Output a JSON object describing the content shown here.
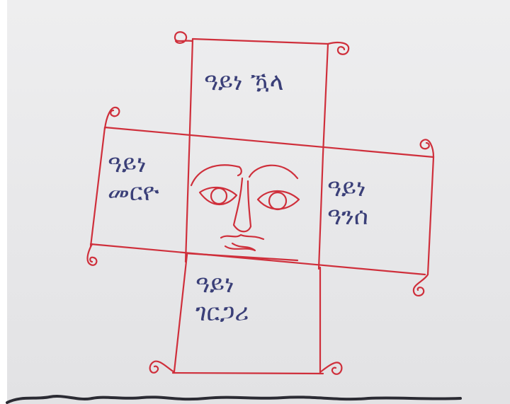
{
  "image": {
    "kind": "photo of a hand-drawn cross-shaped talisman on paper",
    "colors": {
      "paper": "#e8e8ea",
      "red_ink": "#cf2f3b",
      "blue_ink": "#3a3f78"
    }
  },
  "cells": {
    "top": "ዓይነ ዃላ",
    "left": [
      "ዓይነ",
      "መርዮ"
    ],
    "right": [
      "ዓይነ",
      "ዓንሰ"
    ],
    "bottom": [
      "ዓይነ",
      "ገርጋሪ"
    ]
  },
  "center": {
    "drawing": "face with eyebrows, eyes, nose and mouth"
  }
}
